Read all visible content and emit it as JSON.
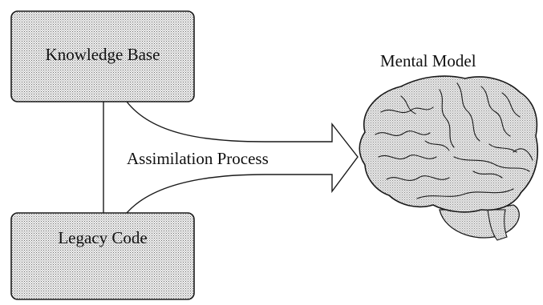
{
  "diagram": {
    "knowledge_base_label": "Knowledge Base",
    "legacy_code_label": "Legacy Code",
    "mental_model_label": "Mental Model",
    "assimilation_label": "Assimilation Process"
  },
  "colors": {
    "box_fill_dot": "#6e6e6e",
    "box_fill_bg": "#f2f2f2",
    "stroke": "#1a1a1a",
    "brain_fill": "#dadada"
  },
  "icons": [
    "brain-icon"
  ]
}
